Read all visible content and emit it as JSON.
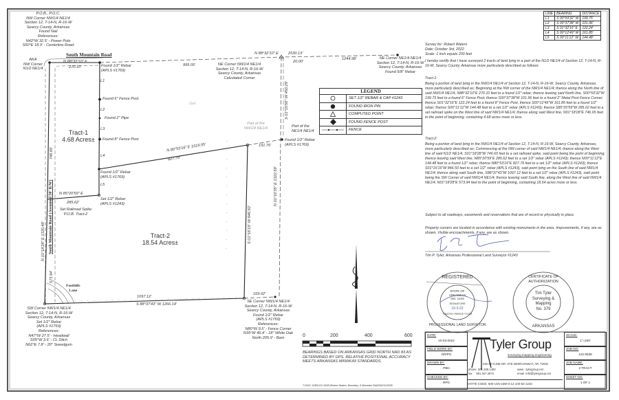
{
  "line_table": {
    "headers": [
      "LINE",
      "BEARING",
      "DISTANCE"
    ],
    "rows": [
      [
        "L1",
        "S 00°59'32\" W",
        "199.75'"
      ],
      [
        "L2",
        "S 00°37'38\" W",
        "101.96'"
      ],
      [
        "L3",
        "S 01°32'16\" E",
        "122.24'"
      ],
      [
        "L4",
        "S 00°12'49\" W",
        "161.85'"
      ],
      [
        "L5",
        "S 00°11'12\" W",
        "144.48'"
      ]
    ]
  },
  "header": {
    "survey_for": "Survey for: Robert Waters",
    "date": "Date: October 3rd, 2022",
    "scale": "Scale: 1 inch equals 200 feet"
  },
  "description": {
    "certify": "I hereby certify that I have surveyed 2 tracts of land lying in a part of the N1/2 NE1/4 of Section 12, T-14-N, R-16-W, Searcy County, Arkansas more particularly described as follows:",
    "tract1_title": "Tract-1:",
    "tract1": "Being a portion of land lying in the NW1/4 NE1/4 of Section 12, T-14-N, R-16-W, Searcy County, Arkansas, more particularly described as; Beginning at the NW corner of the NW1/4 NE1/4; thence along the North line of said NW1/4 NE1/4, N88°32'10\"E 270.10 feet to a found 1/2\" rebar; thence leaving said North line, S00°59'32\"W 199.75 feet to a found 6\" Fence Post; thence S00°37'38\"W 101.96 feet to a found 2\" Metal Post Fence Corner; thence S01°32'16\"E 122.24 feet to a found 8\" Fence Post, thence S00°12'49\"W 161.85 feet to a found 1/2\" rebar; thence S00°11'12\"W 144.48 feet to a set 1/2\" rebar (APLS #1243); thence S85°20'59\"W 285.62 feet to a set railroad spike on the West line of said NW1/4 NE1/4; thence along said West line, N01°18'28\"E 746.65 feet to the point of beginning, containing 4.68 acres more or less.",
    "tract2_title": "Tract-2:",
    "tract2": "Being a portion of land lying in the NW1/4 NE1/4 of Section 12, T-14-N, R-16-W, Searcy County, Arkansas, more particularly described as; Commencing at the NW corner of said NW1/4 NE1/4; thence along the West line of said N1/2 NE1/4, S01°18'28\"W 746.65 feet to a set railroad spike, said point being the point of beginning; thence leaving said West line, N85°20'59\"E 285.62 feet to a set 1/2\" rebar (APLS #1243); thence N00°11'12\"E 144.48 feet to a found 1/2\" rebar; thence N80°53'16\"E 827.79 feet to a set 1/2\" rebar (APLS #1243); thence S01°16'19\"W 846.50 feet to a set 1/2\" rebar (APLS #1243), said point lying on the South line of said NW1/4 NE1/4; thence along said South line, S88°37'43\"W 1097.12 feet to a set 1/2\" rebar (APLS #1243), said point being the SW Corner of said NW1/4 NE1/4; thence leaving said South line, along the West line of said NW1/4 NE1/4, N01°18'28\"E 573.94 feet to the point of beginning, containing 18.54 acres more or less.",
    "subject": "Subject to all roadways, easements and reservations that are of record or physically in place.",
    "corners": "Property corners are located in accordance with existing monuments in the area. Improvements, if any, are as shown. Visible encroachments, if any, are as shown.",
    "signature": "Tim P. Tyler",
    "signer": "Tim P. Tyler, Arkansas Professional Land Surveyor #1243"
  },
  "legend": {
    "title": "LEGEND",
    "items": [
      {
        "icon": "open-circle",
        "label": "SET 1/2\" REBAR & CAP #1243"
      },
      {
        "icon": "filled-circle",
        "label": "FOUND IRON PIN"
      },
      {
        "icon": "triangle",
        "label": "COMPUTED POINT"
      },
      {
        "icon": "filled-diamond",
        "label": "FOUND FENCE POST"
      },
      {
        "icon": "fence-line",
        "label": "FENCE"
      }
    ]
  },
  "plat": {
    "pob": "P.O.B., P.O.C.\nNW Corner NW1/4 NE1/4\nSection 12, T-14-N, R-16-W\nSearcy County, Arkansas\nFound Nail\nReferences:\nN42°W 32.5' - Power Pole\nS50°E 18.9' - Centerline Road",
    "aka": "AKA\nNW Corner\nN1/2 NE1/4",
    "south_mountain_road": "South Mountain Road",
    "north_bearing": "N 88°32'10\" E",
    "d270": "270.10'",
    "found_rebar_1769": "Found 1/2\" Rebar\n(APLS #1769)",
    "d995": "995.05'",
    "north_bearing2": "N 88°32'10\" E",
    "d2530": "2530.13'",
    "d20": "20.00'",
    "d1244": "1244.98'",
    "ne_corner_nw": "NE Corner NW1/4 NE1/4\nSection 12, T-14-N, R-16-W\nSearcy County, Arkansas\nCalculated Corner",
    "ne_corner_ne": "NE Corner NE1/4 NE1/4\nSection 12, T-14-N, R-16-W\nSearcy County, Arkansas\nFound 5/8\" Rebar",
    "east_bearing": "S 01°15'56\" W 450.29'",
    "part_nw": "Part of the\nNW1/4 NE1/4",
    "part_ne": "Part of the\nNE1/4 NE1/4",
    "found_rebar_1769b": "Found 1/2\" Rebar\n(APLS #1769)",
    "d191": "191.76'",
    "found_fence_6": "Found 6\" Fence Post",
    "found_pipe": "Found 2\" Pipe",
    "found_fence_8": "Found 8\" Fence Post",
    "L1": "L1",
    "L2": "L2",
    "L3": "L3",
    "L4": "L4",
    "L5": "L5",
    "tract1": "Tract-1\n4.68 Acres±",
    "tract2": "Tract-2\n18.54 Acres±",
    "west_bearing": "N 01°18'28\" E   1320.48'",
    "road_row": "South Mountain Road (Assumed 50' R/W)",
    "d746": "746.65'",
    "d573": "573.94'",
    "n80": "N 80°53'16\" E   1019.55'",
    "d827": "827.79'",
    "found_rebar_1769c": "Found 1/2\" Rebar\n(APLS #1769)",
    "n85": "N 85°20'59\" E",
    "d285": "285.62'",
    "set_rebar_1243": "Set 1/2\" Rebar\n(APLS #1243)",
    "railroad_spike": "Set Railroad Spike\nP.O.B. Tract-2",
    "s01_16": "S 01°16'19\" W   846.50'",
    "n01_16": "N 01°16'35\" E   1322.59'",
    "outbldg": "Out",
    "foothills": "Foothills\nLane",
    "d1097": "1097.12'",
    "s88": "S 88°37'43\" W   1266.14'",
    "d169": "169.02'",
    "sw_corner": "SW Corner NW1/4 NE1/4\nSection 12, T-14-N, R-16-W\nSearcy County, Arkansas\nSet 1/2\" Rebar\n(APLS #1769)\nReferences:\nN47°W 27.5' - Headwall\nS05°W 3.6' - CL Ditch\nN62°E 7.8' - 20\" Sweetgum",
    "se_corner": "SE Corner NW1/4 NE1/4\nSection 12, T-14-N, R-16-W\nSearcy County, Arkansas\nFound 1/2\" Rebar\n(APLS #1769)\nReferences:\nN80°W 9.5' - Fence Corner\nN35°W 46.4' - 18\" White Oak\nNorth 205.9' - Barn"
  },
  "scale_bar": {
    "labels": [
      "0",
      "200",
      "400",
      "600"
    ]
  },
  "bearings_note": "BEARINGS BASED ON ARKANSAS GRID NORTH NAD 83 AS DETERMINED BY GPS. RELATIVE POSITIONAL ACCURACY MEETS ARKANSAS MINIMUM STANDARDS.",
  "file_path": "T:\\2022 JOBS\\122-0638 (Robert Waters, Boundary, S Mountain Rd)\\DWG\\122638",
  "seals": {
    "surveyor": {
      "top": "REGISTERED",
      "bottom": "PROFESSIONAL LAND SURVEYOR",
      "inner": "STATE OF\nARKANSAS\nNO. 1243",
      "sig": "SIGNATURE",
      "date": "10-3-22",
      "name": "TIMOTHY PIERCE TYLER"
    },
    "authorization": {
      "top": "CERTIFICATE OF AUTHORIZATION",
      "bottom": "ARKANSAS",
      "inner": "Tim Tyler\nSurveying &\nMapping\nNo. 379"
    }
  },
  "title_block": {
    "date_label": "DATE:",
    "date": "10-03-2022",
    "field_label": "FIELD WORK BY:",
    "field": "GR/PG",
    "drawn_label": "DRAWN BY:",
    "drawn": "PBH",
    "checked_label": "CHECKED BY:",
    "checked": "RPG",
    "company": "Tyler Group",
    "tagline": "surveying.mapping.engineering",
    "address": "240 SKYLINE DR. STE 3000/CONWAY, AR. 72032",
    "phone": "phone  501.328.1400",
    "fax": "fax     501.327.2972",
    "web": "www.  tylergroup.net",
    "email": "email  info@tylergroup.net",
    "state_code": "STATE CODE:  500-14N-16W-0-12-100-54-1243",
    "scale_label": "SCALE:",
    "scale": "1\"=200'",
    "job_label": "JOB NO:",
    "job": "122-0638",
    "jobname_label": "JOB NAME:",
    "jobname": "2 TRACT",
    "sheet_label": "SHEET NO:",
    "sheet": "1 OF 1"
  }
}
